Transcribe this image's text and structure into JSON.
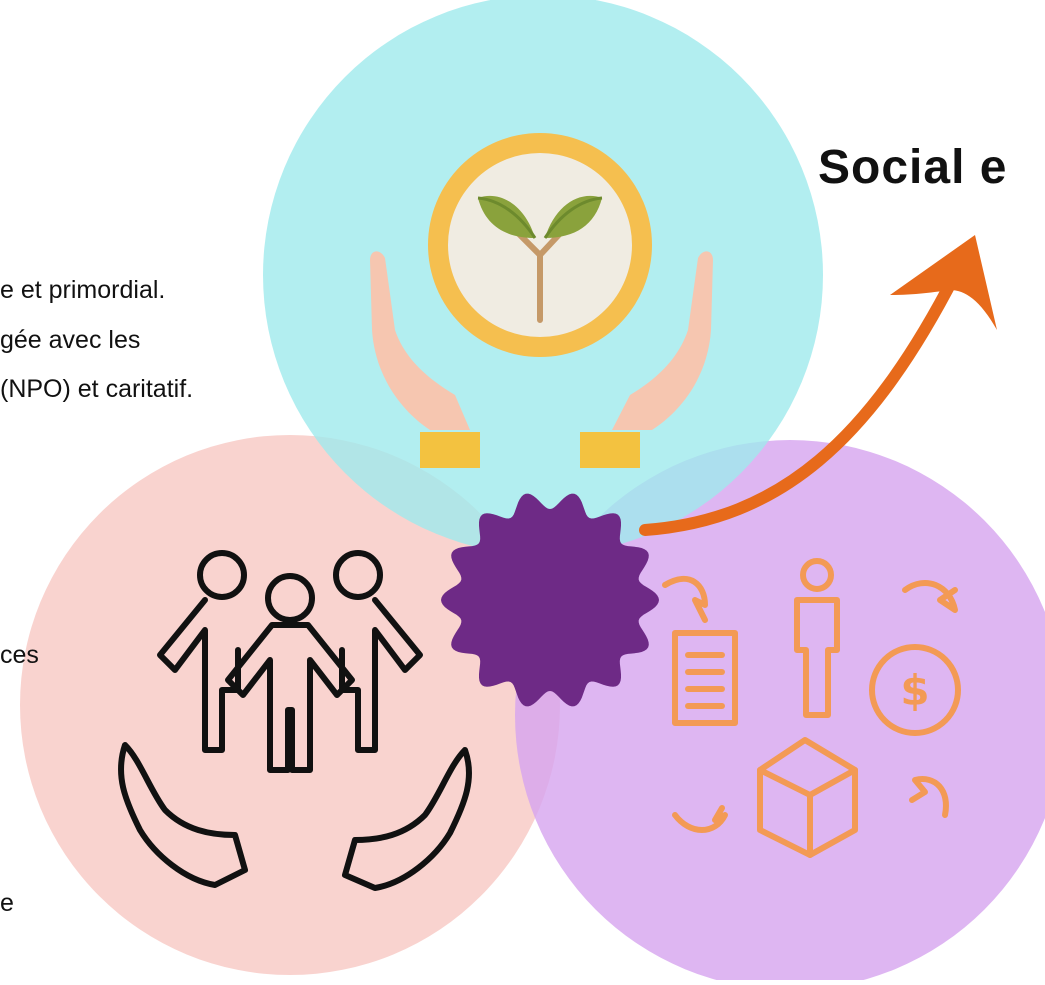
{
  "heading": "Social e",
  "text_lines": [
    "e et primordial.",
    "gée avec les",
    "(NPO) et caritatif.",
    "ces",
    "e"
  ],
  "colors": {
    "top_circle": "#9feaec",
    "left_circle": "#f8cfcb",
    "right_circle": "#d6a4ef",
    "center_badge": "#6e2a86",
    "arrow": "#e76a1b",
    "coin_ring": "#f5bf4f",
    "coin_center": "#f0ece2",
    "hands": "#f6c6b0",
    "cuffs": "#f3c240",
    "leaves": "#8aa23c",
    "stem": "#c59968",
    "economy_icons": "#f39a55",
    "people_icon": "#111111"
  },
  "icons": {
    "top": "plant-in-hands-icon",
    "left": "people-in-hands-icon",
    "right": "economy-cycle-icon",
    "center": "wavy-badge-icon",
    "arrow": "growth-arrow-icon"
  }
}
